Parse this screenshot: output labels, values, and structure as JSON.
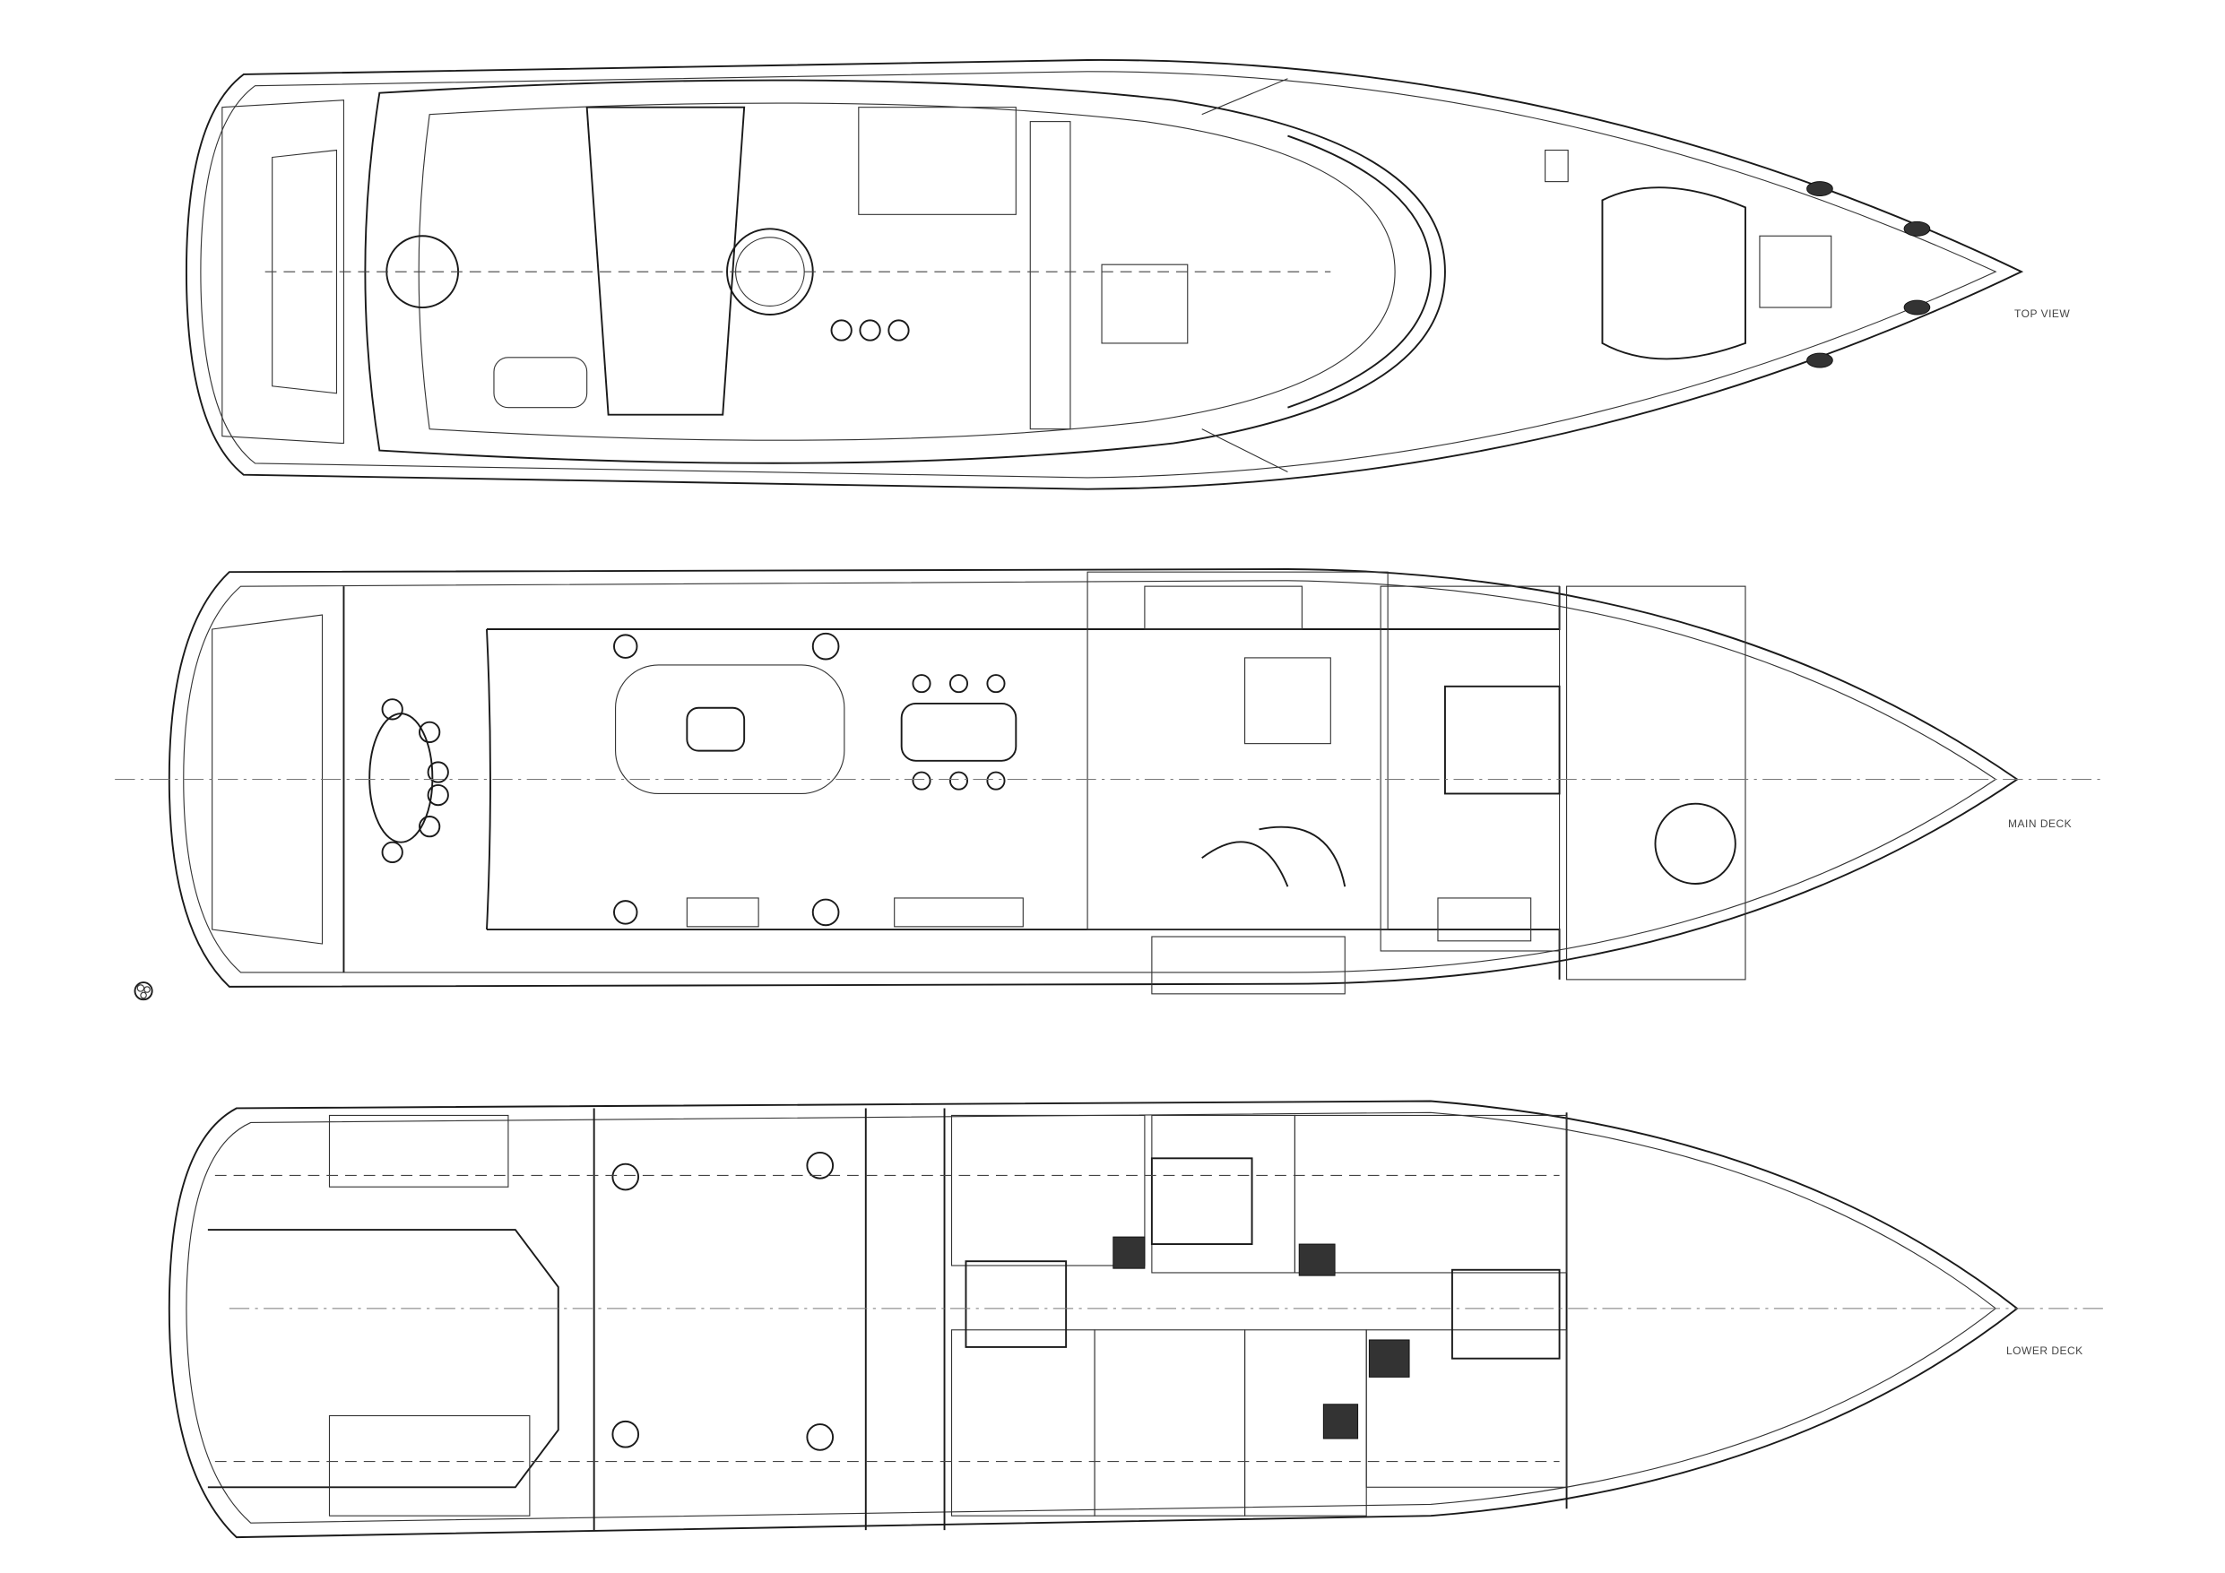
{
  "labels": {
    "top_view": "TOP VIEW",
    "main_deck": "MAIN DECK",
    "lower_deck": "LOWER DECK"
  },
  "colors": {
    "line": "#1a1a1a",
    "background": "#ffffff"
  }
}
